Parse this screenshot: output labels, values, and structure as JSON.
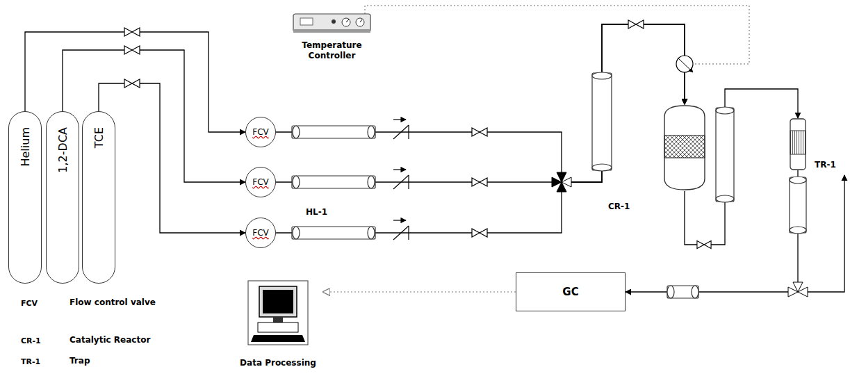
{
  "diagram": {
    "nodes": [
      {
        "text": [
          "Helium"
        ]
      },
      {
        "text": [
          "1,2-DCA"
        ]
      },
      {
        "text": [
          "TCE"
        ]
      },
      {
        "text": [
          "FCV"
        ]
      },
      {
        "text": [
          "FCV"
        ]
      },
      {
        "text": [
          "FCV"
        ]
      },
      {
        "text": [
          "Temperature Controller"
        ]
      },
      {
        "text": [
          "CR-1"
        ]
      },
      {
        "text": [
          "TR-1"
        ]
      },
      {
        "text": [
          "GC"
        ]
      },
      {
        "text": [
          "Data Processing"
        ]
      }
    ],
    "edges": [
      {
        "from": 0,
        "to": 3,
        "arrow": "to"
      },
      {
        "from": 1,
        "to": 4,
        "arrow": "to"
      },
      {
        "from": 2,
        "to": 5,
        "arrow": "to"
      },
      {
        "from": 3,
        "to": 7,
        "arrow": "to"
      },
      {
        "from": 4,
        "to": 7,
        "arrow": "to"
      },
      {
        "from": 5,
        "to": 7,
        "arrow": "to"
      },
      {
        "from": 7,
        "to": 8,
        "arrow": "to"
      },
      {
        "from": 8,
        "to": 9,
        "arrow": "to"
      },
      {
        "from": 9,
        "to": 10,
        "arrow": "to"
      }
    ],
    "labels": [
      "HL-1",
      "FCV",
      "Flow control valve",
      "CR-1",
      "Catalytic Reactor",
      "TR-1",
      "Trap"
    ]
  }
}
